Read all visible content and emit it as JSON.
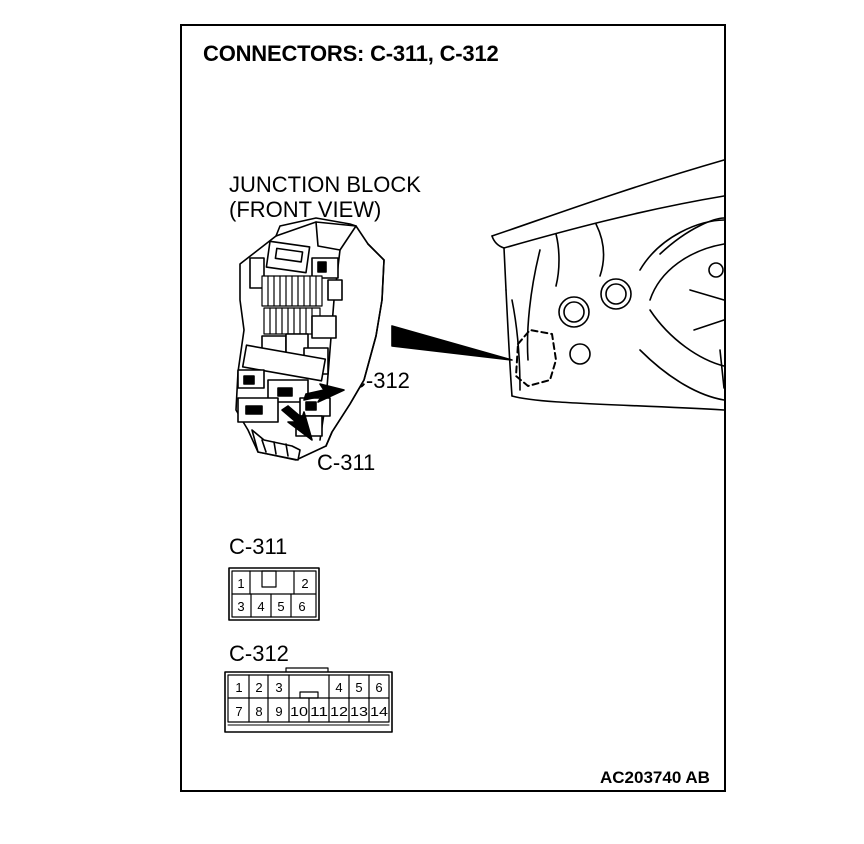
{
  "title": "CONNECTORS: C-311, C-312",
  "junction_block": {
    "line1": "JUNCTION BLOCK",
    "line2": "(FRONT VIEW)"
  },
  "callouts": {
    "c312": "C-312",
    "c311": "C-311"
  },
  "connector_c311": {
    "label": "C-311",
    "pins_top": [
      "1",
      "2"
    ],
    "pins_bottom": [
      "3",
      "4",
      "5",
      "6"
    ]
  },
  "connector_c312": {
    "label": "C-312",
    "pins_top": [
      "1",
      "2",
      "3",
      "4",
      "5",
      "6"
    ],
    "pins_bottom": [
      "7",
      "8",
      "9",
      "10",
      "11",
      "12",
      "13",
      "14"
    ]
  },
  "figure_id": "AC203740 AB"
}
